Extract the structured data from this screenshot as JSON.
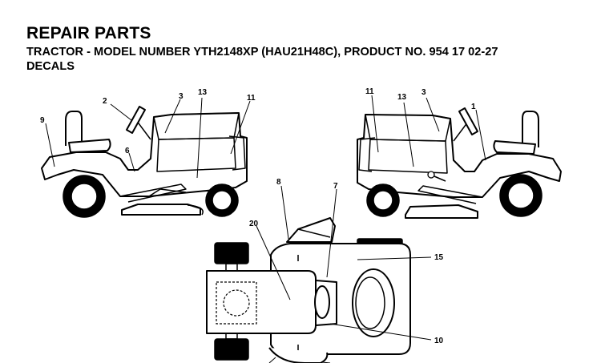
{
  "header": {
    "title": "REPAIR PARTS",
    "subtitle": "TRACTOR - MODEL NUMBER YTH2148XP (HAU21H48C), PRODUCT NO. 954 17 02-27",
    "section": "DECALS"
  },
  "callouts": {
    "c1": "1",
    "c2": "2",
    "c3": "3",
    "c6": "6",
    "c7": "7",
    "c8": "8",
    "c9": "9",
    "c10": "10",
    "c11": "11",
    "c13": "13",
    "c15": "15",
    "c20": "20"
  }
}
